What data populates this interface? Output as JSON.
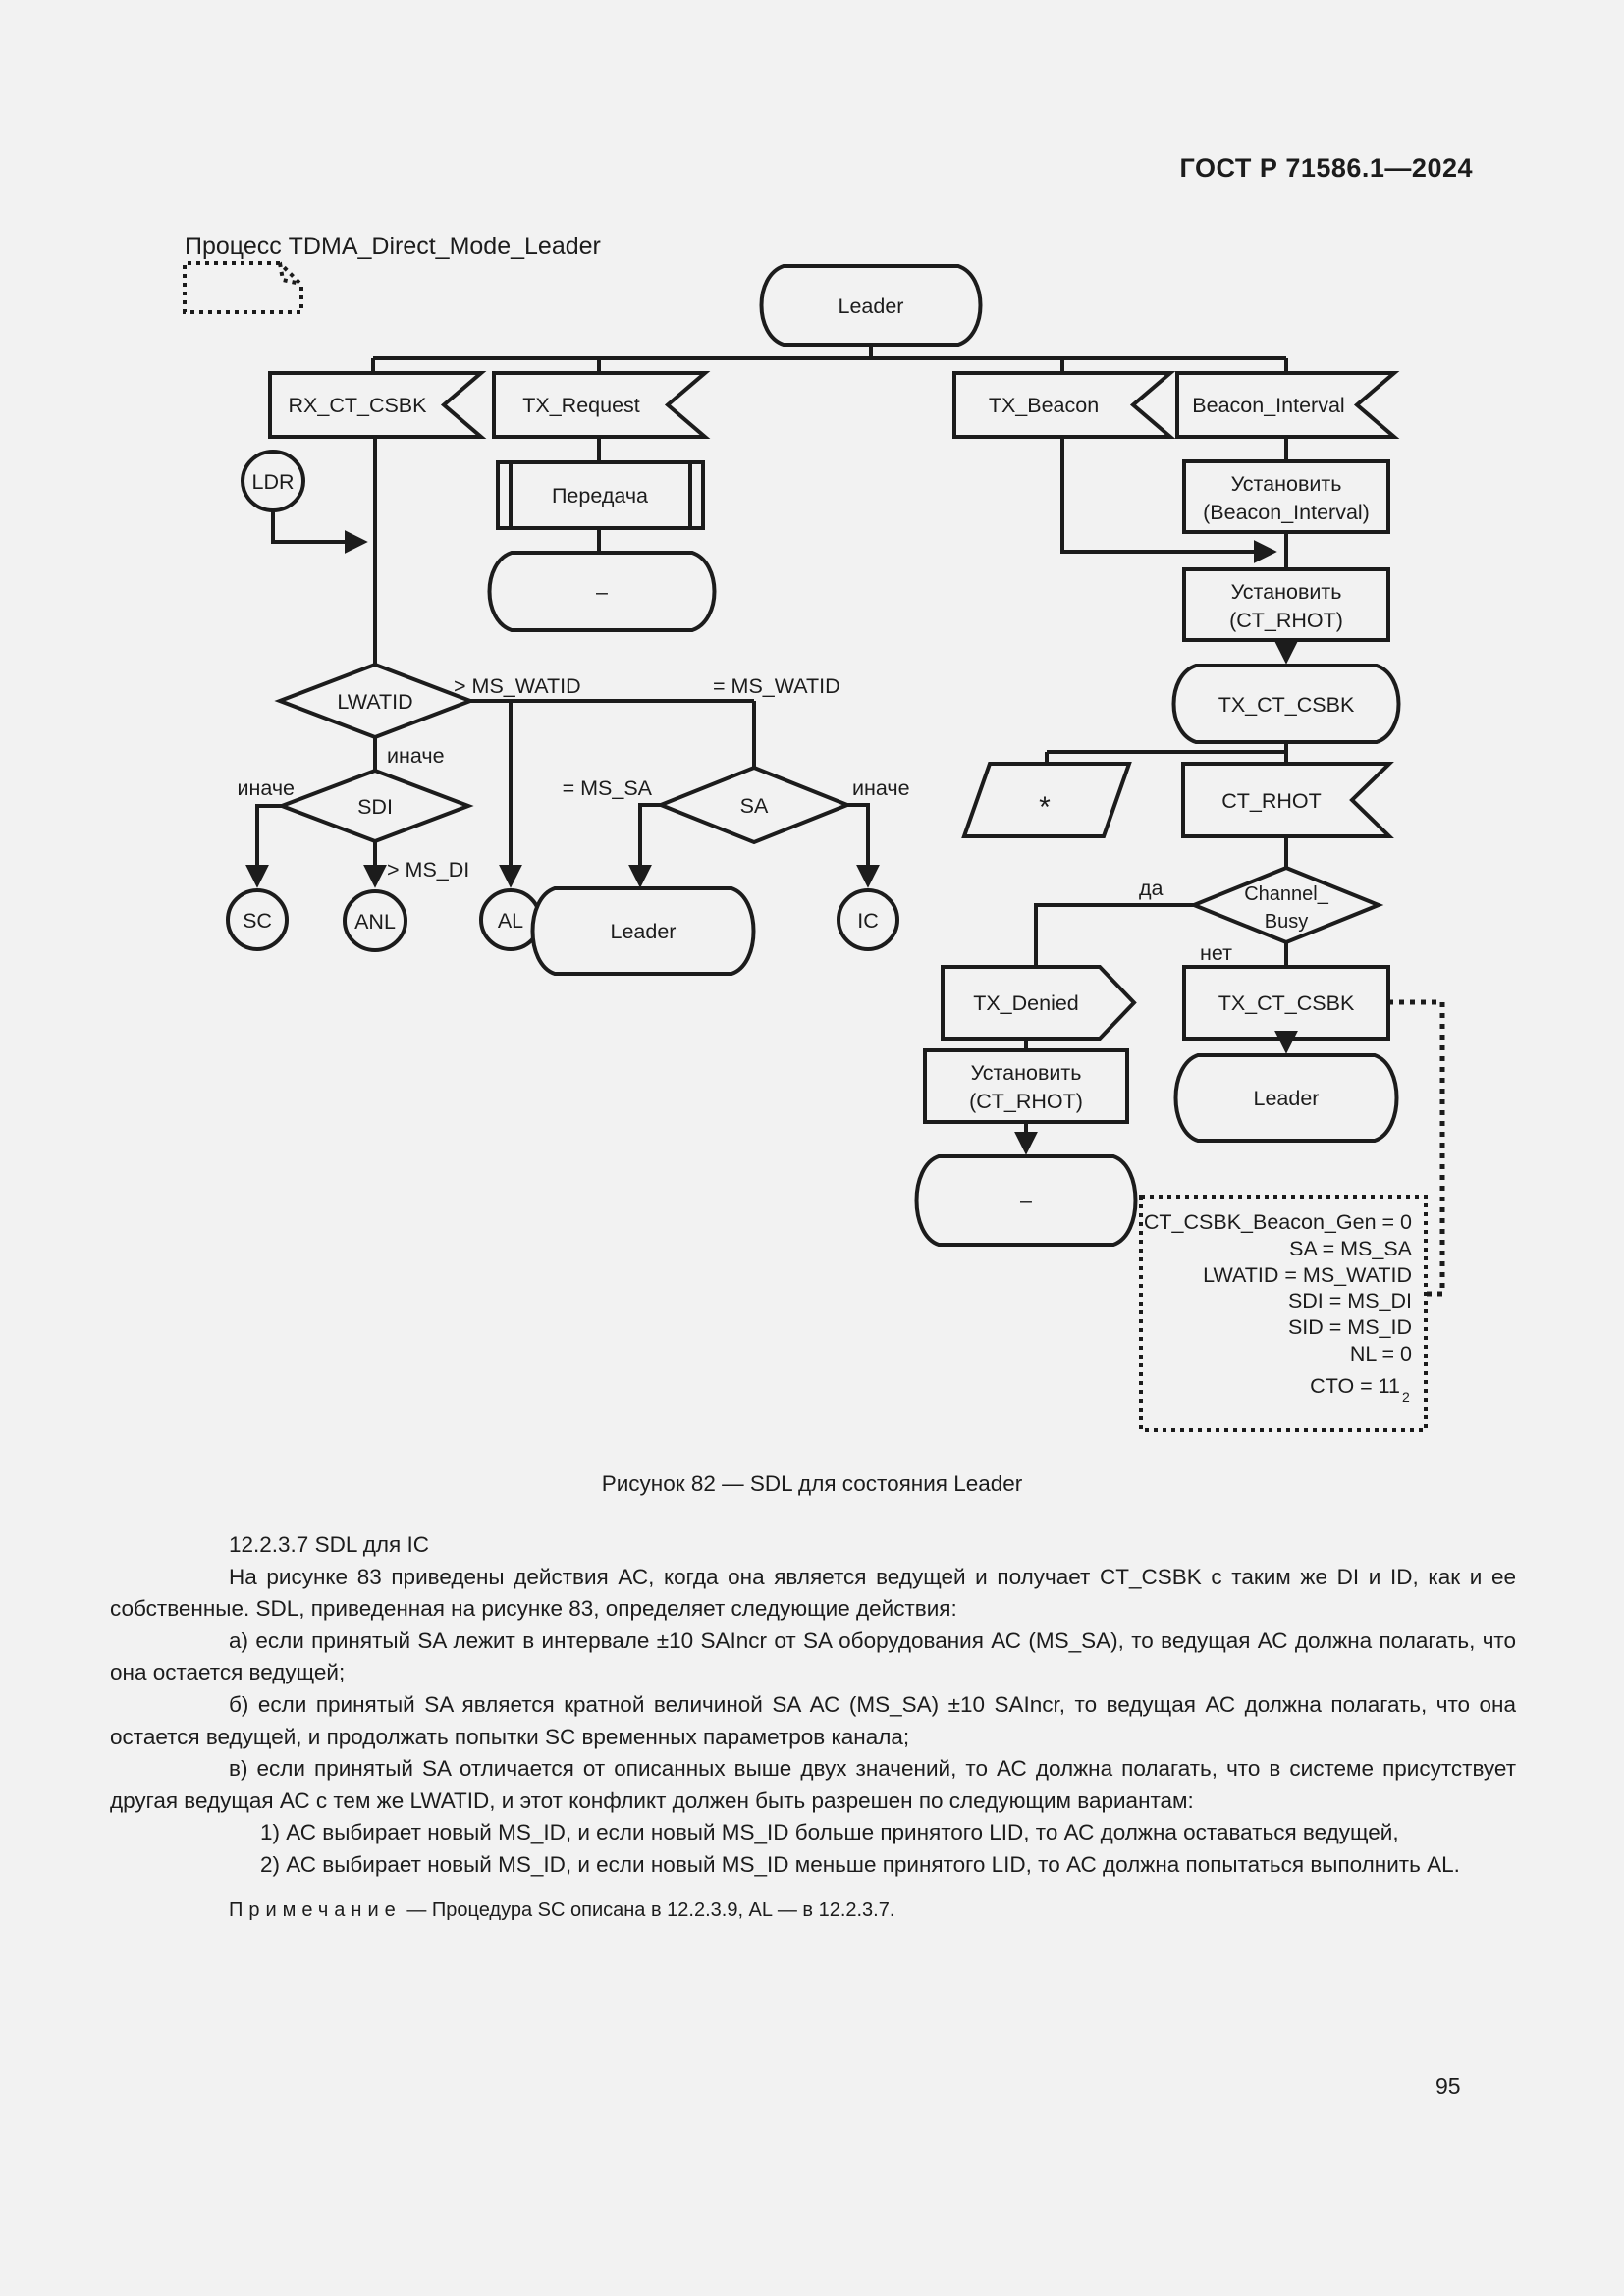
{
  "page": {
    "header": "ГОСТ Р 71586.1—2024",
    "caption": "Рисунок 82 — SDL для состояния Leader",
    "page_number": "95"
  },
  "diagram": {
    "process_label": "Процесс TDMA_Direct_Mode_Leader",
    "top_state": "Leader",
    "inputs": {
      "rx_ct_csbk": "RX_CT_CSBK",
      "tx_request": "TX_Request",
      "tx_beacon": "TX_Beacon",
      "beacon_interval": "Beacon_Interval",
      "ct_rhot": "CT_RHOT"
    },
    "procedure_call": "Передача",
    "states": {
      "dash_mid": "–",
      "leader_mid": "Leader",
      "tx_ct_csbk": "TX_CT_CSBK",
      "leader_right": "Leader",
      "dash_right": "–"
    },
    "tasks": {
      "set_beacon_interval": {
        "line1": "Установить",
        "line2": "(Beacon_Interval)"
      },
      "set_ct_rhot_top": {
        "line1": "Установить",
        "line2": "(CT_RHOT)"
      },
      "set_ct_rhot_bottom": {
        "line1": "Установить",
        "line2": "(CT_RHOT)"
      },
      "tx_ct_csbk_box": "TX_CT_CSBK"
    },
    "outputs": {
      "tx_denied": "TX_Denied"
    },
    "decisions": {
      "lwatid": "LWATID",
      "sdi": "SDI",
      "sa": "SA",
      "channel_busy": {
        "line1": "Channel_",
        "line2": "Busy"
      }
    },
    "labels": {
      "gt_ms_watid": "> MS_WATID",
      "eq_ms_watid": "= MS_WATID",
      "otherwise_lwatid": "иначе",
      "otherwise_sdi": "иначе",
      "gt_ms_di": "> MS_DI",
      "eq_ms_sa": "= MS_SA",
      "otherwise_sa": "иначе",
      "yes": "да",
      "no": "нет",
      "star": "*"
    },
    "terminators": {
      "ldr": "LDR",
      "sc": "SC",
      "anl": "ANL",
      "al": "AL",
      "ic": "IC"
    },
    "comment": {
      "lines": [
        "CT_CSBK_Beacon_Gen = 0",
        "SA = MS_SA",
        "LWATID = MS_WATID",
        "SDI = MS_DI",
        "SID = MS_ID",
        "NL = 0"
      ],
      "cto_main": "CTO = 11",
      "cto_sub": "2"
    }
  },
  "text": {
    "heading": "12.2.3.7 SDL для IC",
    "paragraphs": [
      "На рисунке 83 приведены действия АС, когда она является ведущей и получает CT_CSBK с таким же DI и ID, как и ее собственные. SDL, приведенная на рисунке 83, определяет следующие действия:",
      "а) если принятый SA лежит в интервале ±10 SAIncr от SA оборудования АС (MS_SA), то ведущая АС должна полагать, что она остается ведущей;",
      "б) если принятый SA является кратной величиной SA АС (MS_SA) ±10 SAIncr, то ведущая АС должна полагать, что она остается ведущей, и продолжать попытки SC временных параметров канала;",
      "в) если принятый SA отличается от описанных выше двух значений, то АС должна полагать, что в системе присутствует другая ведущая АС с тем же LWATID, и этот конфликт должен быть разрешен по следующим вариантам:",
      "1) АС выбирает новый MS_ID, и если новый MS_ID больше принятого LID, то АС должна оставаться ведущей,",
      "2) АС выбирает новый MS_ID, и если новый MS_ID меньше принятого LID, то АС должна попытаться выполнить AL."
    ],
    "note_label": "Примечание",
    "note_rest": " — Процедура SC описана в 12.2.3.9, AL — в 12.2.3.7."
  }
}
